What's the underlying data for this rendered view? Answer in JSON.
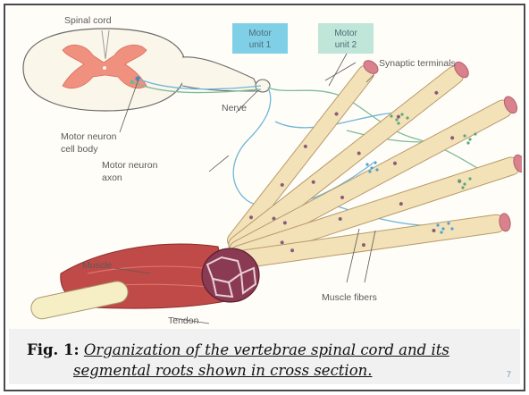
{
  "labels": {
    "spinal_cord": "Spinal cord",
    "motor_unit_1_line1": "Motor",
    "motor_unit_1_line2": "unit 1",
    "motor_unit_2_line1": "Motor",
    "motor_unit_2_line2": "unit 2",
    "synaptic_terminals": "Synaptic terminals",
    "nerve": "Nerve",
    "motor_neuron_cell_body_line1": "Motor neuron",
    "motor_neuron_cell_body_line2": "cell body",
    "motor_neuron_axon_line1": "Motor neuron",
    "motor_neuron_axon_line2": "axon",
    "muscle": "Muscle",
    "tendon": "Tendon",
    "muscle_fibers": "Muscle fibers"
  },
  "caption": {
    "label": "Fig. 1:",
    "text_line1": "Organization of the vertebrae spinal cord and its",
    "text_line2": "segmental roots shown in cross section."
  },
  "page_number": "7",
  "colors": {
    "motor_unit_1": "#7fd0e6",
    "motor_unit_2": "#bfe6d8",
    "gray_matter": "#f0907f",
    "muscle_fiber": "#f3e2b8",
    "fiber_end": "#d9828e",
    "muscle": "#c04a48",
    "tendon": "#f6efc6",
    "axon_blue": "#6fb6d8",
    "axon_green": "#7dbb9a"
  }
}
